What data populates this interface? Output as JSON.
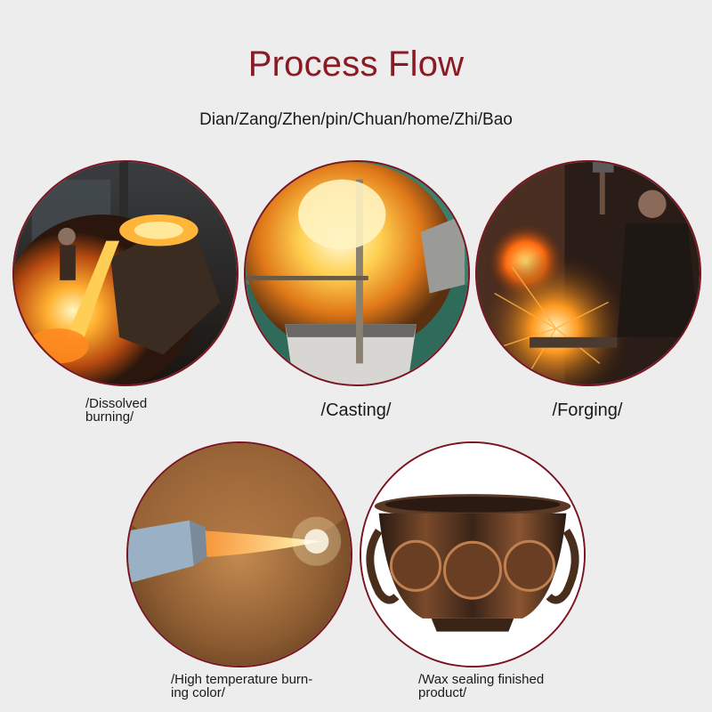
{
  "header": {
    "title": "Process Flow",
    "subtitle": "Dian/Zang/Zhen/pin/Chuan/home/Zhi/Bao"
  },
  "steps": [
    {
      "line1": "/Dissolved",
      "line2": "burning/",
      "photo_icon": "molten-metal-pouring-photo"
    },
    {
      "line1": "/Casting/",
      "photo_icon": "casting-furnace-photo"
    },
    {
      "line1": "/Forging/",
      "photo_icon": "blacksmith-forging-photo"
    },
    {
      "line1": "/High temperature burn-",
      "line2": "ing color/",
      "photo_icon": "torch-flame-on-copper-photo"
    },
    {
      "line1": "/Wax sealing finished",
      "line2": "product/",
      "photo_icon": "copper-bowl-product-photo"
    }
  ],
  "colors": {
    "title": "#8a1a24",
    "circle_border": "#7a1420",
    "background": "#ededed"
  }
}
